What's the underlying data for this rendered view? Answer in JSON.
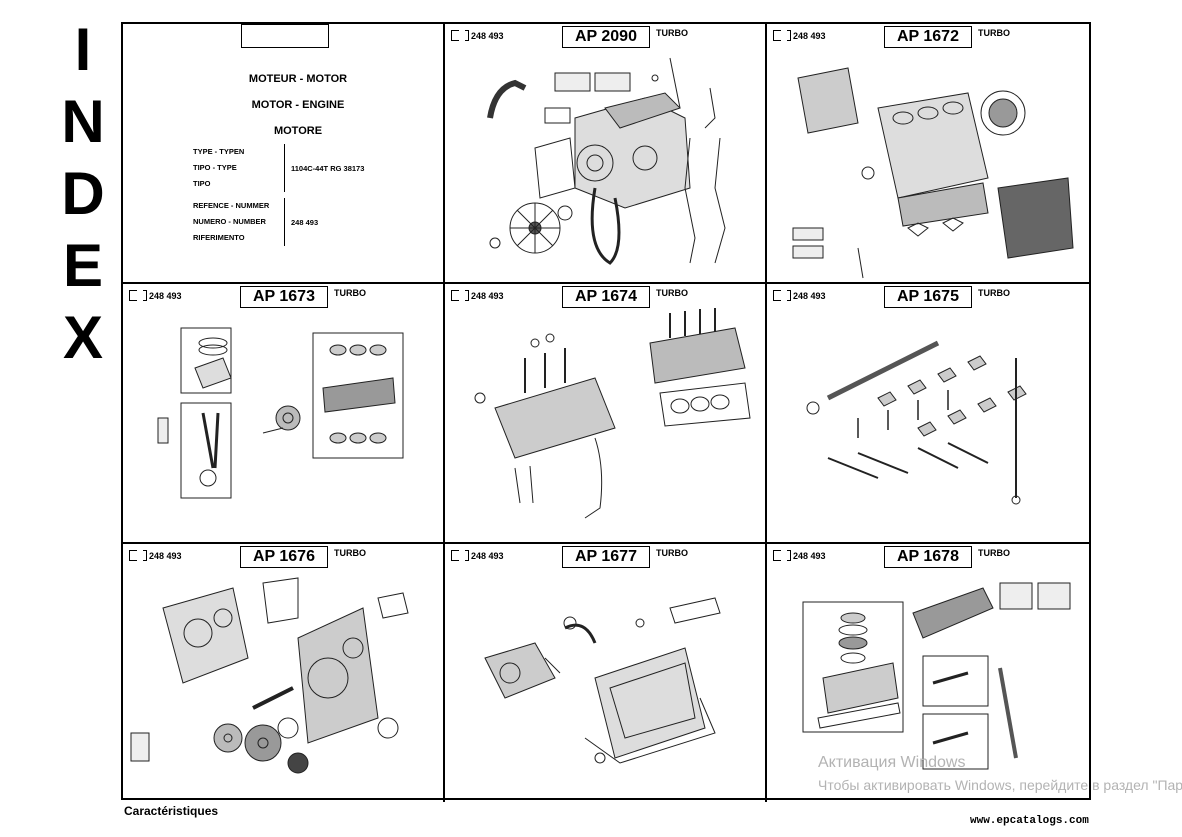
{
  "index_letters": [
    "I",
    "N",
    "D",
    "E",
    "X"
  ],
  "info": {
    "titles": [
      "MOTEUR - MOTOR",
      "MOTOR - ENGINE",
      "MOTORE"
    ],
    "type_label": [
      "TYPE - TYPEN",
      "TIPO - TYPE",
      "TIPO"
    ],
    "type_value": "1104C-44T RG 38173",
    "number_label": [
      "REFENCE - NUMMER",
      "NUMERO - NUMBER",
      "RIFERIMENTO"
    ],
    "number_value": "248 493"
  },
  "cells": [
    {
      "ref": "248 493",
      "ap": "AP 2090",
      "tag": "TURBO",
      "art": "engine-assembly"
    },
    {
      "ref": "248 493",
      "ap": "AP 1672",
      "tag": "TURBO",
      "art": "cylinder-block"
    },
    {
      "ref": "248 493",
      "ap": "AP 1673",
      "tag": "TURBO",
      "art": "crankshaft-piston"
    },
    {
      "ref": "248 493",
      "ap": "AP 1674",
      "tag": "TURBO",
      "art": "cylinder-head"
    },
    {
      "ref": "248 493",
      "ap": "AP 1675",
      "tag": "TURBO",
      "art": "rocker-shaft"
    },
    {
      "ref": "248 493",
      "ap": "AP 1676",
      "tag": "TURBO",
      "art": "timing-gears"
    },
    {
      "ref": "248 493",
      "ap": "AP 1677",
      "tag": "TURBO",
      "art": "oil-pump-sump"
    },
    {
      "ref": "248 493",
      "ap": "AP 1678",
      "tag": "TURBO",
      "art": "valve-cover"
    }
  ],
  "footer_label": "Caractéristiques",
  "footer_url": "www.epcatalogs.com",
  "watermark": {
    "line1": "Активация Windows",
    "line2": "Чтобы активировать Windows, перейдите в раздел \"Пар"
  }
}
